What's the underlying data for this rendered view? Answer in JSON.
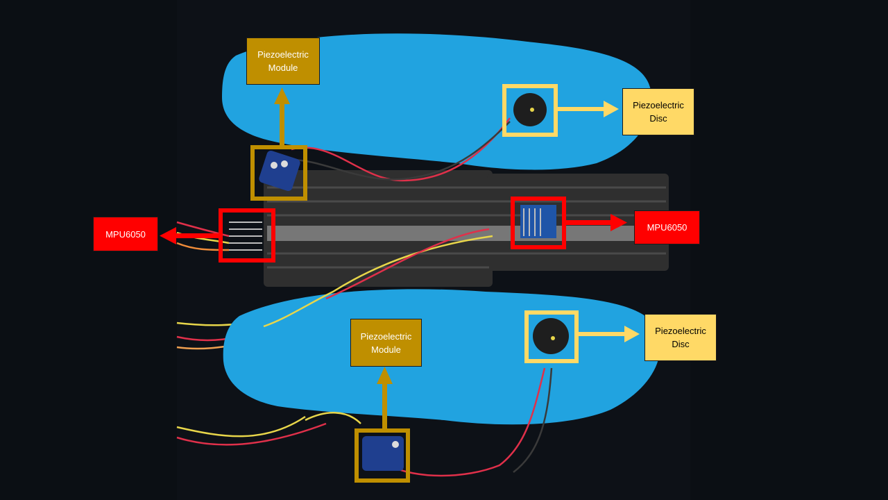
{
  "colors": {
    "background": "#0b0f14",
    "insole": "#21a3e0",
    "strap": "#2f2f2f",
    "module_accent": "#bf8f00",
    "disc_accent": "#ffd966",
    "mpu_accent": "#ff0000",
    "wire_red": "#e0304a",
    "wire_yellow": "#e8d64a"
  },
  "labels": {
    "module_top": "Piezoelectric\nModule",
    "disc_top": "Piezoelectric\nDisc",
    "mpu_left": "MPU6050",
    "mpu_right": "MPU6050",
    "module_bottom": "Piezoelectric\nModule",
    "disc_bottom": "Piezoelectric\nDisc"
  }
}
